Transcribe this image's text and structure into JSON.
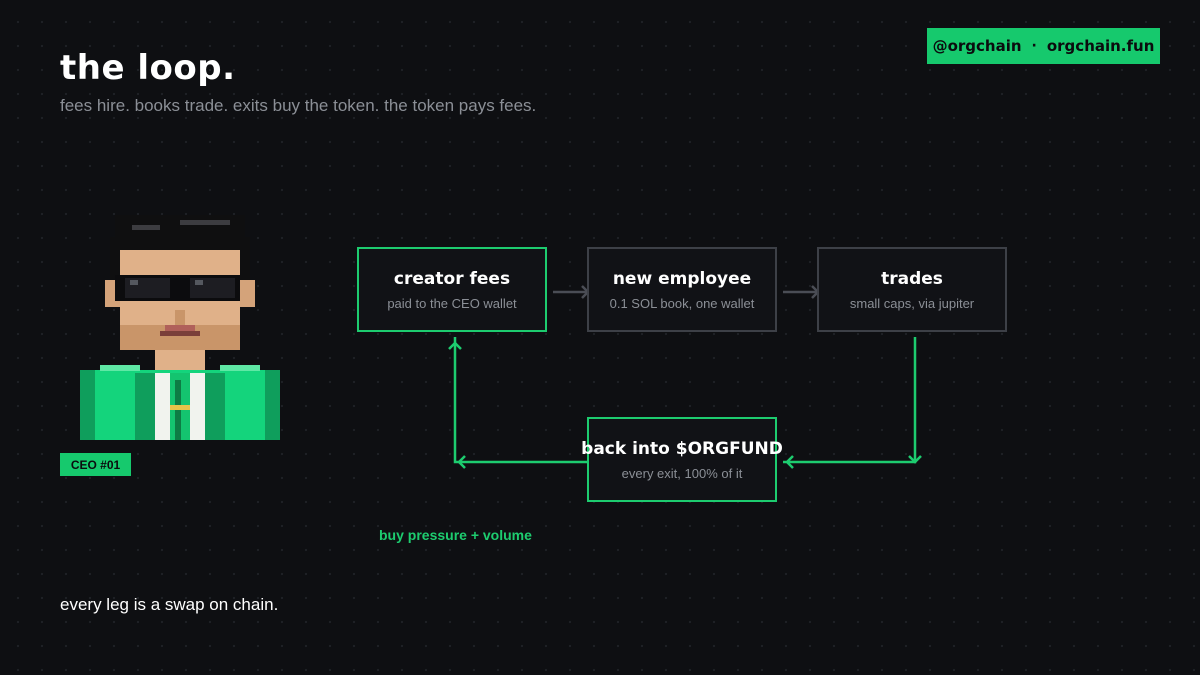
{
  "header": {
    "title": "the loop.",
    "subtitle": "fees hire. books trade. exits buy the token. the token pays fees."
  },
  "badge": {
    "handle": "@orgchain",
    "separator": "·",
    "site": "orgchain.fun"
  },
  "avatar": {
    "icon": "pixel-ceo-avatar-icon",
    "label": "CEO #01"
  },
  "diagram": {
    "nodes": [
      {
        "id": "creator_fees",
        "title": "creator fees",
        "subtitle": "paid to the CEO wallet",
        "highlight": true
      },
      {
        "id": "new_employee",
        "title": "new employee",
        "subtitle": "0.1 SOL book, one wallet",
        "highlight": false
      },
      {
        "id": "trades",
        "title": "trades",
        "subtitle": "small caps, via jupiter",
        "highlight": false
      },
      {
        "id": "back_into",
        "title": "back into $ORGFUND",
        "subtitle": "every exit, 100% of it",
        "highlight": true
      }
    ],
    "edges": [
      {
        "from": "creator_fees",
        "to": "new_employee",
        "color": "#4a4d55"
      },
      {
        "from": "new_employee",
        "to": "trades",
        "color": "#4a4d55"
      },
      {
        "from": "trades",
        "to": "back_into",
        "color": "#1dcc6f"
      },
      {
        "from": "back_into",
        "to": "creator_fees",
        "color": "#1dcc6f"
      }
    ],
    "loop_label": "buy pressure + volume"
  },
  "footer": {
    "text": "every leg is a swap on chain."
  },
  "colors": {
    "background": "#0e0f12",
    "accent": "#16c96d",
    "border_muted": "#3d4047",
    "text_muted": "#8b8f96"
  }
}
